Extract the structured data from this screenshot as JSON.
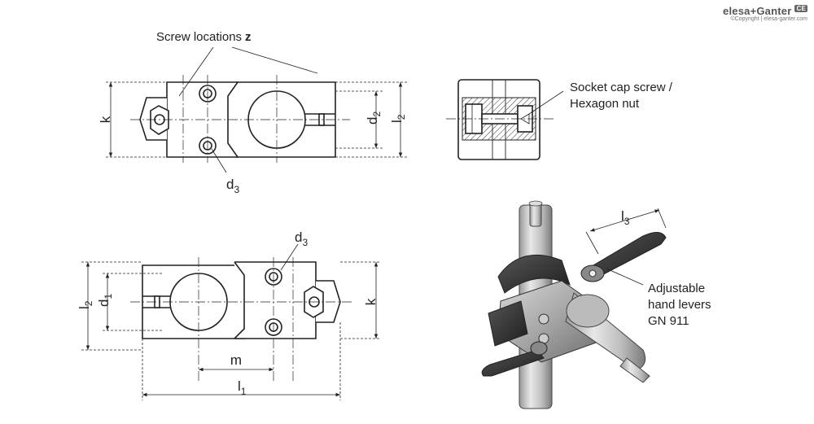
{
  "brand": {
    "logo": "elesa+Ganter",
    "mark": "CE",
    "copyright": "©Copyright | elesa-ganter.com"
  },
  "top_view": {
    "screw_locations_label": "Screw locations",
    "screw_locations_symbol": "z",
    "dim_k": "k",
    "dim_d2": "d",
    "dim_d2_sub": "2",
    "dim_l2": "l",
    "dim_l2_sub": "2",
    "dim_d3": "d",
    "dim_d3_sub": "3"
  },
  "section_view": {
    "callout_line1": "Socket cap screw /",
    "callout_line2": "Hexagon nut"
  },
  "front_view": {
    "dim_d3": "d",
    "dim_d3_sub": "3",
    "dim_l2": "l",
    "dim_l2_sub": "2",
    "dim_d1": "d",
    "dim_d1_sub": "1",
    "dim_k": "k",
    "dim_m": "m",
    "dim_l1": "l",
    "dim_l1_sub": "1"
  },
  "iso_view": {
    "dim_l3": "l",
    "dim_l3_sub": "3",
    "callout_line1": "Adjustable",
    "callout_line2": "hand levers",
    "callout_line3": "GN 911"
  }
}
